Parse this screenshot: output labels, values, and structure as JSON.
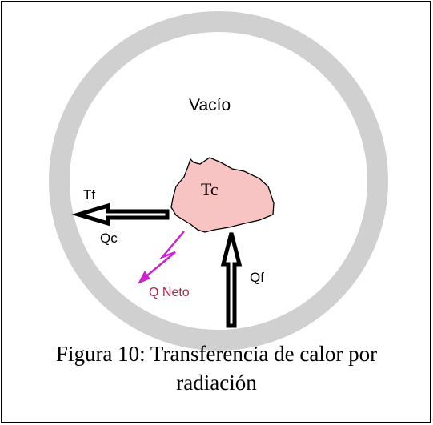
{
  "diagram": {
    "vacuum_label": "Vacío",
    "body_label": "Tc",
    "surroundings_label": "Tf",
    "body_emission_label": "Qc",
    "surroundings_emission_label": "Qf",
    "net_heat_label": "Q Neto",
    "colors": {
      "ring": "#d0d0d0",
      "body_fill": "#f7c3c3",
      "net_arrow": "#cc22cc",
      "net_label": "#b0274a"
    }
  },
  "caption": {
    "line1": "Figura 10: Transferencia de calor por",
    "line2": "radiación"
  }
}
